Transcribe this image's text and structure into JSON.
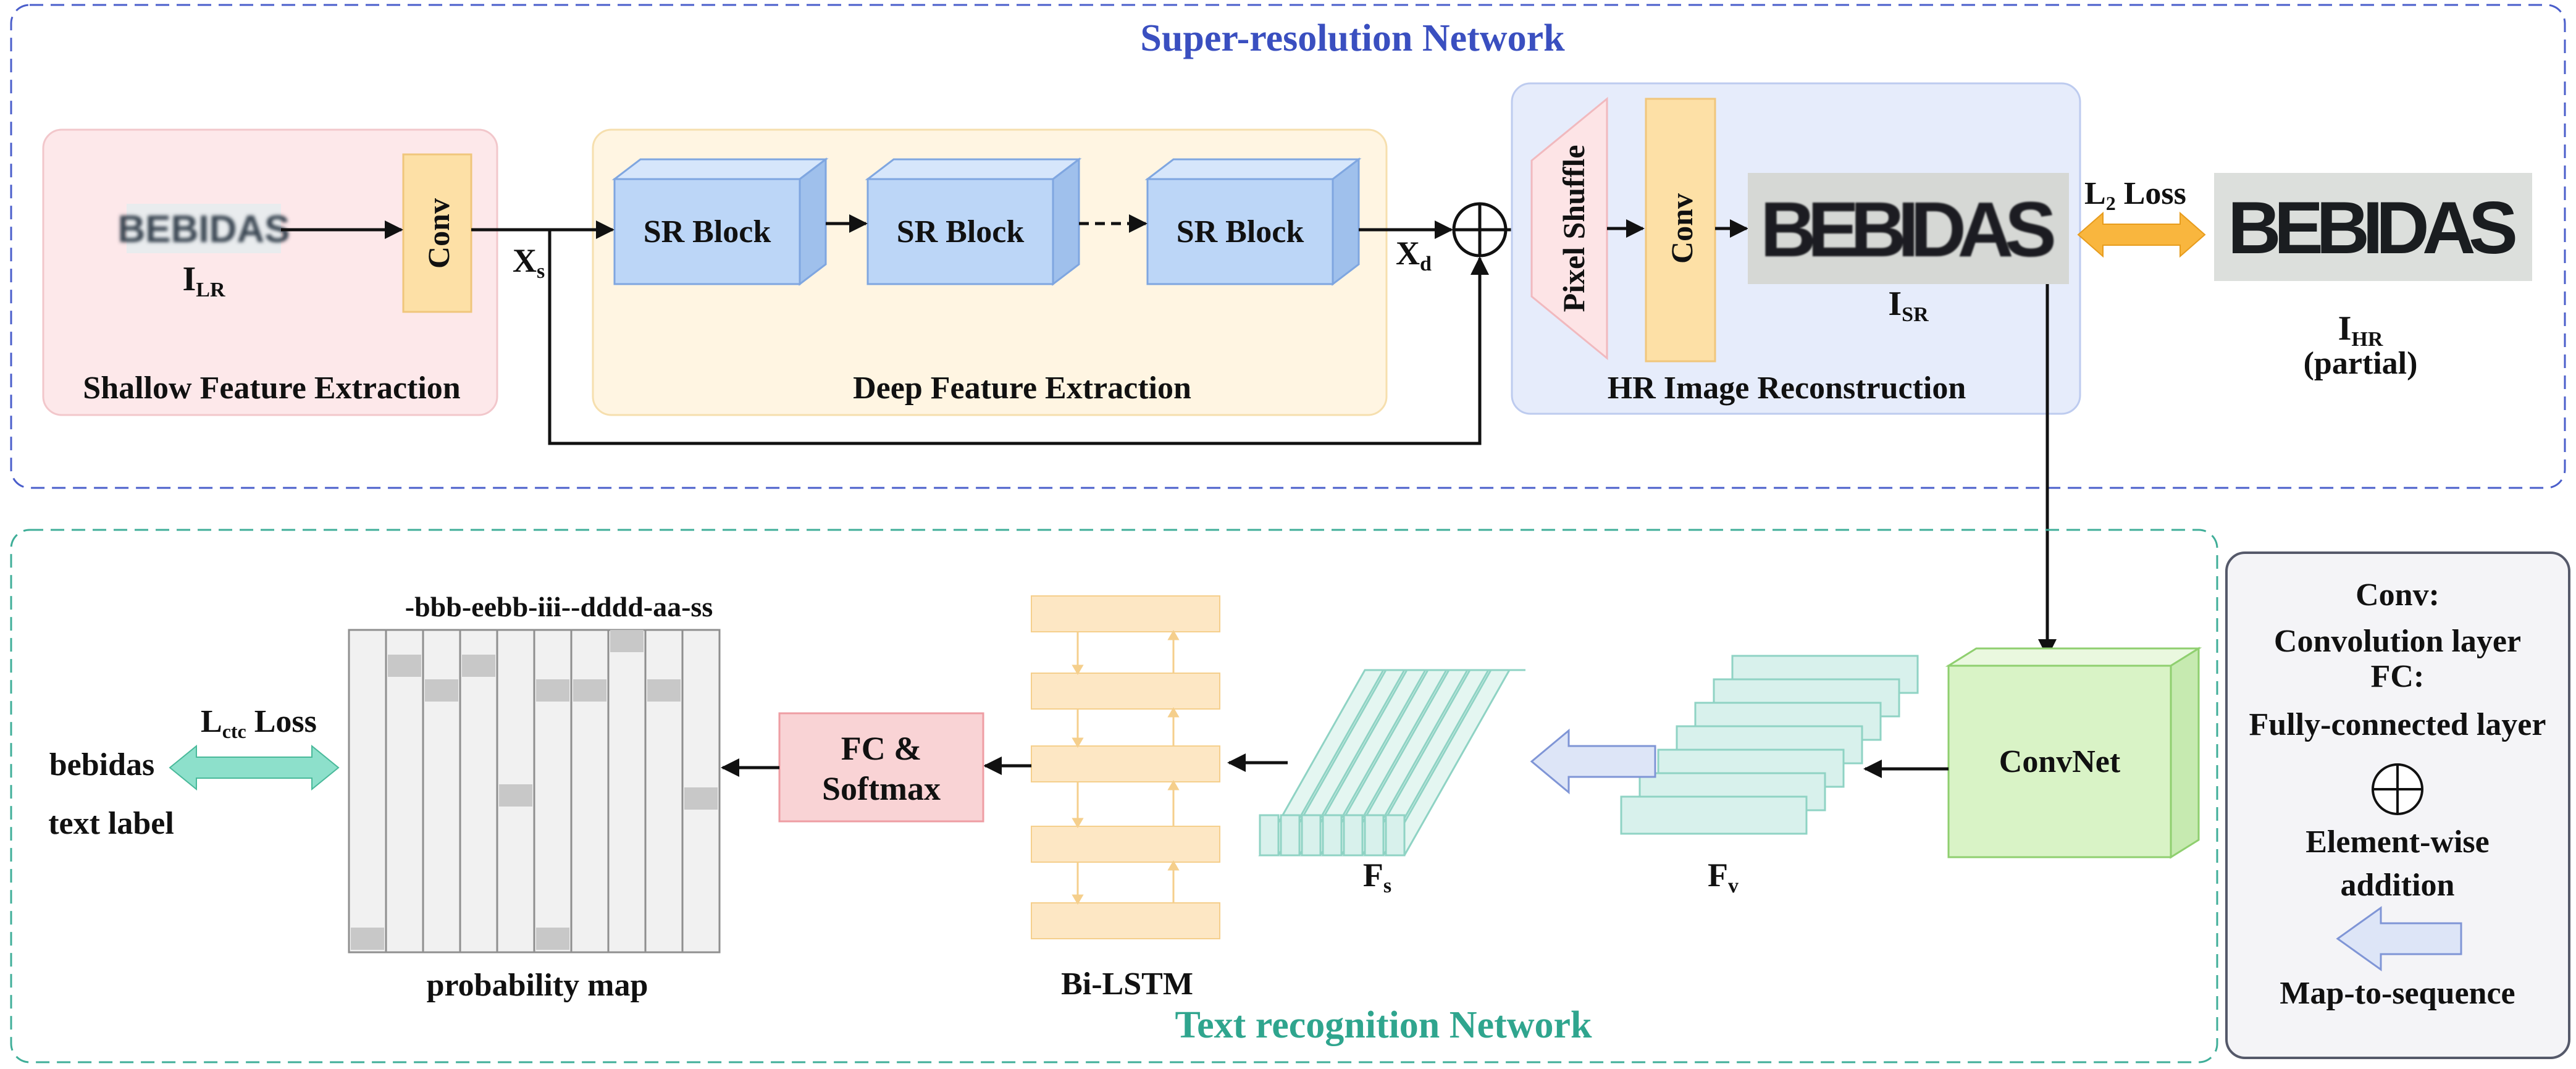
{
  "sr_network": {
    "title": "Super-resolution Network",
    "shallow": {
      "title": "Shallow Feature Extraction",
      "conv": "Conv",
      "input_sub": "LR"
    },
    "deep": {
      "title": "Deep Feature Extraction",
      "block": "SR Block"
    },
    "recon": {
      "title": "HR Image Reconstruction",
      "pixel_shuffle": "Pixel Shuffle",
      "conv": "Conv",
      "output_sub": "SR"
    },
    "xs_sub": "s",
    "xd_sub": "d",
    "loss": {
      "sub": "2",
      "word": "Loss"
    },
    "hr": {
      "sub": "HR",
      "partial": "(partial)"
    },
    "word_image": "BEBIDAS"
  },
  "text_network": {
    "title": "Text recognition Network",
    "convnet": "ConvNet",
    "fv_sub": "v",
    "fs_sub": "s",
    "bilstm": "Bi-LSTM",
    "fc_line1": "FC &",
    "fc_line2": "Softmax",
    "prob_label": "probability map",
    "prob_sequence": "-bbb-eebb-iii--dddd-aa-ss",
    "loss": {
      "sub": "ctc",
      "word": "Loss"
    },
    "output_word": "bebidas",
    "output_label": "text label"
  },
  "legend": {
    "conv_term": "Conv:",
    "conv_def": "Convolution layer",
    "fc_term": "FC:",
    "fc_def": "Fully-connected layer",
    "add_line1": "Element-wise",
    "add_line2": "addition",
    "map_label": "Map-to-sequence"
  },
  "colors": {
    "sr_border": "#4a5ecb",
    "sr_title": "#3a4fc0",
    "text_border": "#3fae98",
    "text_title": "#2fa58e",
    "shallow_bg": "#fde8ea",
    "deep_bg": "#fff5e2",
    "recon_bg": "#e6ecfb",
    "sr_block": "#bcd6f7",
    "conv": "#fde0a6",
    "convnet": "#d9f3c6",
    "fc": "#f9d3d5",
    "lstm": "#fde7c4",
    "teal": "#d8f1ec",
    "loss_arrow_orange": "#f9b63e",
    "loss_arrow_teal": "#8de0cb",
    "map_arrow": "#dde5f7"
  }
}
